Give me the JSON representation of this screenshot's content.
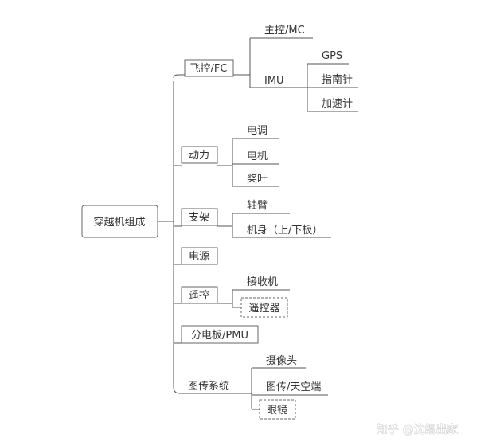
{
  "root": {
    "label": "穿越机组成"
  },
  "branches": {
    "flight_controller": {
      "label": "飞控/FC",
      "main_control": "主控/MC",
      "imu": {
        "label": "IMU",
        "items": [
          "GPS",
          "指南针",
          "加速计"
        ]
      }
    },
    "power": {
      "label": "动力",
      "items": [
        "电调",
        "电机",
        "桨叶"
      ]
    },
    "frame": {
      "label": "支架",
      "items": [
        "轴臂",
        "机身（上/下板）"
      ]
    },
    "battery": {
      "label": "电源"
    },
    "remote": {
      "label": "遥控",
      "items": [
        "接收机",
        "遥控器"
      ]
    },
    "pmu": {
      "label": "分电板/PMU"
    },
    "video": {
      "label": "图传系统",
      "items": [
        "摄像头",
        "图传/天空端",
        "眼镜"
      ]
    }
  },
  "watermark": "知乎 @沈鲲出家"
}
